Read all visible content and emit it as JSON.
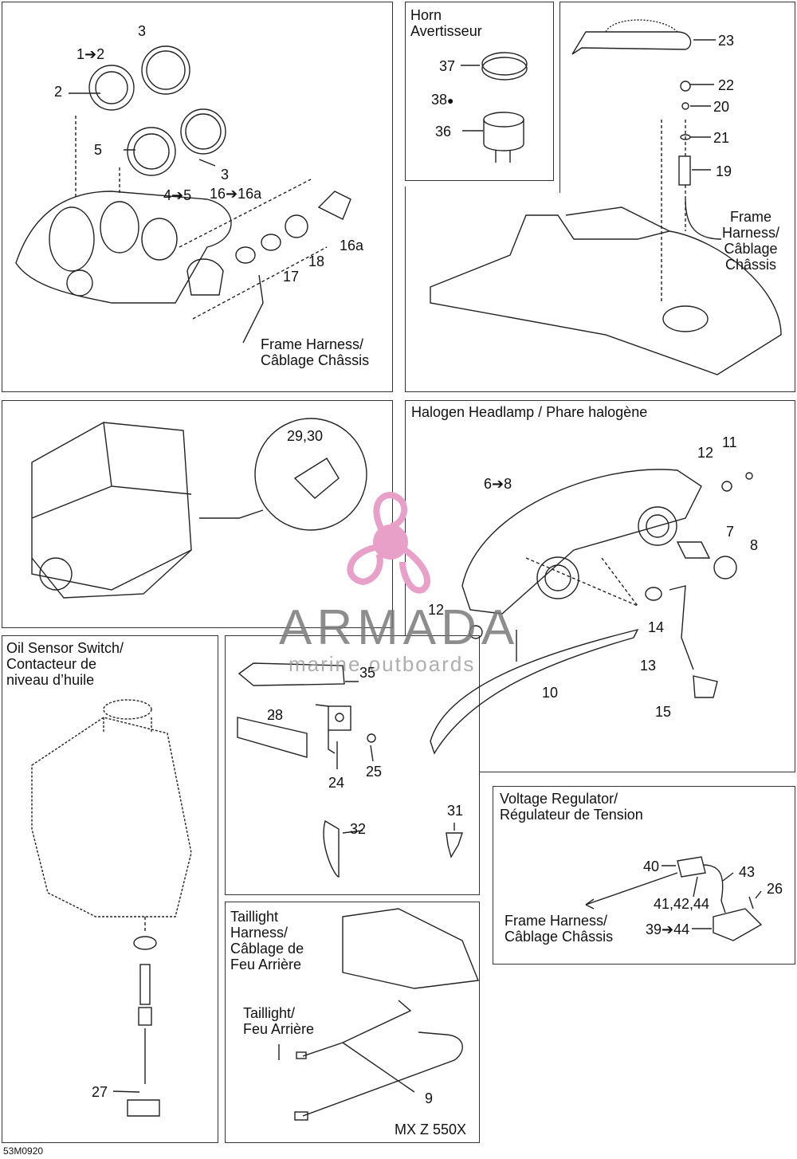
{
  "panels": {
    "instrument": {
      "callouts": {
        "c3a": "3",
        "c1to2": "1➔2",
        "c2": "2",
        "c5": "5",
        "c3b": "3",
        "c4to5": "4➔5",
        "c16": "16➔16a",
        "c16a": "16a",
        "c18": "18",
        "c17": "17"
      },
      "harness": "Frame Harness/\nCâblage Châssis"
    },
    "horn": {
      "title": "Horn\nAvertisseur",
      "callouts": {
        "c37": "37",
        "c38": "38",
        "c36": "36"
      }
    },
    "hood": {
      "callouts": {
        "c23": "23",
        "c22": "22",
        "c20": "20",
        "c21": "21",
        "c19": "19"
      },
      "harness": "Frame\nHarness/\nCâblage\nChâssis"
    },
    "engine": {
      "callouts": {
        "c2930": "29,30"
      }
    },
    "headlamp": {
      "title": "Halogen Headlamp / Phare halogène",
      "callouts": {
        "c6to8": "6➔8",
        "c12a": "12",
        "c11": "11",
        "c7": "7",
        "c8": "8",
        "c12b": "12",
        "c14": "14",
        "c13": "13",
        "c10": "10",
        "c15": "15"
      }
    },
    "oil": {
      "title": "Oil Sensor Switch/\nContacteur de\nniveau d’huile",
      "callouts": {
        "c27": "27"
      }
    },
    "hardware": {
      "callouts": {
        "c35": "35",
        "c28": "28",
        "c24": "24",
        "c25": "25",
        "c32": "32",
        "c31": "31"
      }
    },
    "regulator": {
      "title": "Voltage Regulator/\nRégulateur de Tension",
      "callouts": {
        "c40": "40",
        "c43": "43",
        "c26": "26",
        "c414244": "41,42,44",
        "c39to44": "39➔44"
      },
      "harness": "Frame Harness/\nCâblage Châssis"
    },
    "taillight": {
      "title": "Taillight\nHarness/\nCâblage de\nFeu Arrière",
      "lamp": "Taillight/\nFeu Arrière",
      "callouts": {
        "c9": "9"
      },
      "model": "MX Z 550X"
    }
  },
  "watermark": {
    "name": "ARMADA",
    "subtitle": "marine outboards",
    "color": "#e8a0c8"
  },
  "diagram_code": "53M0920"
}
